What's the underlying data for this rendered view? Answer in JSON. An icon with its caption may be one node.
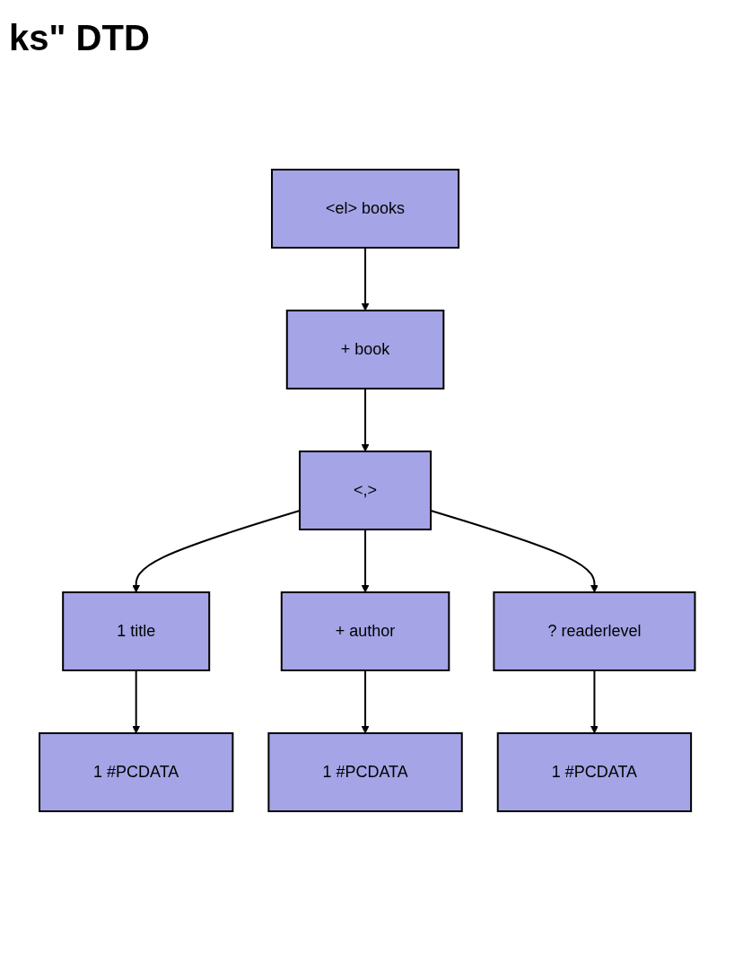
{
  "diagram": {
    "title": "ks\" DTD",
    "nodes": [
      {
        "text": [
          "<el>",
          "books"
        ]
      },
      {
        "text": [
          "+",
          "book"
        ]
      },
      {
        "text": [
          "<,>"
        ]
      },
      {
        "text": [
          "1",
          "title"
        ]
      },
      {
        "text": [
          "+",
          "author"
        ]
      },
      {
        "text": [
          "?",
          "readerlevel"
        ]
      },
      {
        "text": [
          "1",
          "#PCDATA"
        ]
      },
      {
        "text": [
          "1",
          "#PCDATA"
        ]
      },
      {
        "text": [
          "1",
          "#PCDATA"
        ]
      }
    ],
    "edges": [
      {
        "from": 0,
        "to": 1,
        "arrow": "to"
      },
      {
        "from": 1,
        "to": 2,
        "arrow": "to"
      },
      {
        "from": 2,
        "to": 3,
        "arrow": "to"
      },
      {
        "from": 2,
        "to": 4,
        "arrow": "to"
      },
      {
        "from": 2,
        "to": 5,
        "arrow": "to"
      },
      {
        "from": 3,
        "to": 6,
        "arrow": "to"
      },
      {
        "from": 4,
        "to": 7,
        "arrow": "to"
      },
      {
        "from": 5,
        "to": 8,
        "arrow": "to"
      }
    ]
  }
}
